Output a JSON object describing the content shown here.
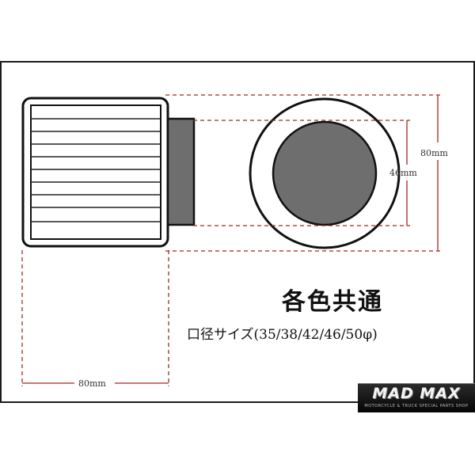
{
  "diagram": {
    "dimension_height_outer": "80mm",
    "dimension_inlet_diameter": "46mm",
    "dimension_length": "80mm"
  },
  "text": {
    "heading": "各色共通",
    "subheading": "口径サイズ(35/38/42/46/50φ)"
  },
  "logo": {
    "brand": "MAD MAX",
    "tagline": "MOTORCYCLE & TRUCK SPECIAL PARTS SHOP"
  },
  "colors": {
    "dimension_line": "#a32626",
    "filter_inner": "#6e6e6e",
    "outline": "#111111",
    "logo_background": "#111111"
  }
}
